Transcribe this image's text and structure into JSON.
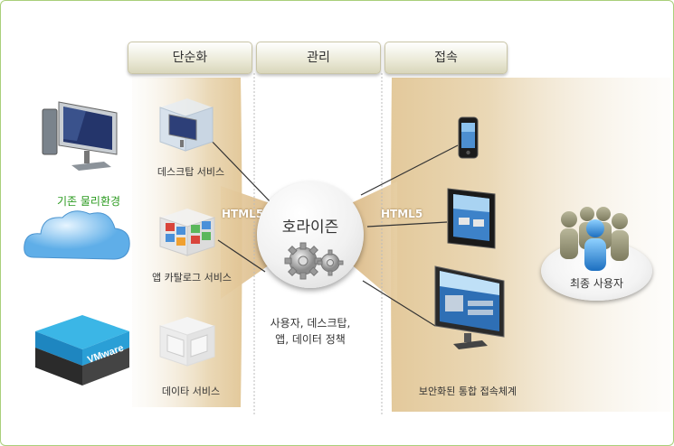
{
  "headers": {
    "simplify": "단순화",
    "manage": "관리",
    "connect": "접속"
  },
  "left": {
    "physical_env": "기존 물리환경",
    "vmware_label": "VMware",
    "desktop_service": "데스크탑 서비스",
    "app_catalog_service": "앱 카탈로그 서비스",
    "data_service": "데이타 서비스",
    "html5": "HTML5"
  },
  "center": {
    "title": "호라이즌",
    "desc_line1": "사용자, 데스크탑,",
    "desc_line2": "앱, 데이터 정책"
  },
  "right": {
    "html5": "HTML5",
    "secure_access": "보안화된 통합 접속체계",
    "end_user": "최종 사용자"
  },
  "colors": {
    "green_label": "#2a9a1e",
    "band": "#e8d3ad",
    "header_border": "#c9c5a7"
  }
}
